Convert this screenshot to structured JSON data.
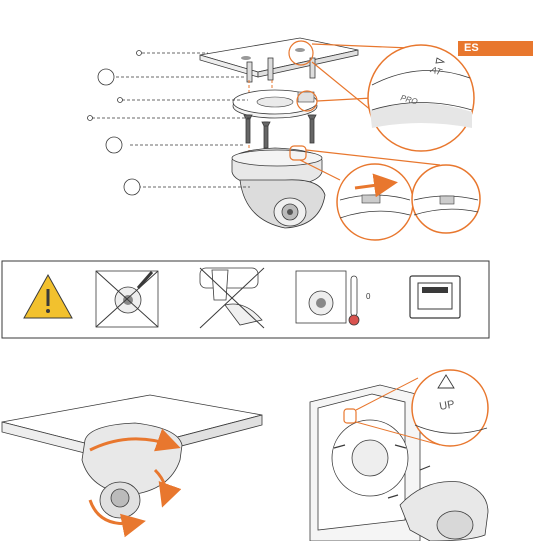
{
  "language_tag": "ES",
  "colors": {
    "accent": "#e8772e",
    "line": "#3a3a3a",
    "warning_fill": "#f2c12e"
  },
  "magnifier_labels": {
    "top_1": "AT",
    "top_2": "PRO",
    "bottom": "UP"
  },
  "thermometer_label": "0",
  "icons": [
    "warning-icon",
    "no-tools-icon",
    "no-chemical-cleaner-icon",
    "camera-temperature-icon",
    "ethernet-port-icon"
  ]
}
